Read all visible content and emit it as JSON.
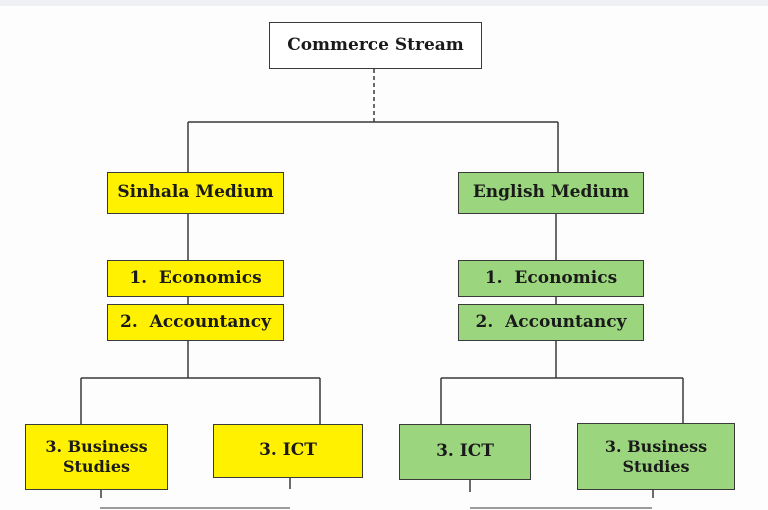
{
  "root": {
    "label": "Commerce Stream"
  },
  "sinhala": {
    "label": "Sinhala Medium",
    "subject1": "1.  Economics",
    "subject2": "2.  Accountancy",
    "option_a_line1": "3. Business",
    "option_a_line2": "Studies",
    "option_b": "3. ICT"
  },
  "english": {
    "label": "English Medium",
    "subject1": "1.  Economics",
    "subject2": "2.  Accountancy",
    "option_a": "3. ICT",
    "option_b_line1": "3. Business",
    "option_b_line2": "Studies"
  },
  "colors": {
    "sinhala_fill": "#fff100",
    "english_fill": "#9bd67f",
    "root_fill": "#ffffff",
    "line": "#3a3a3a"
  }
}
